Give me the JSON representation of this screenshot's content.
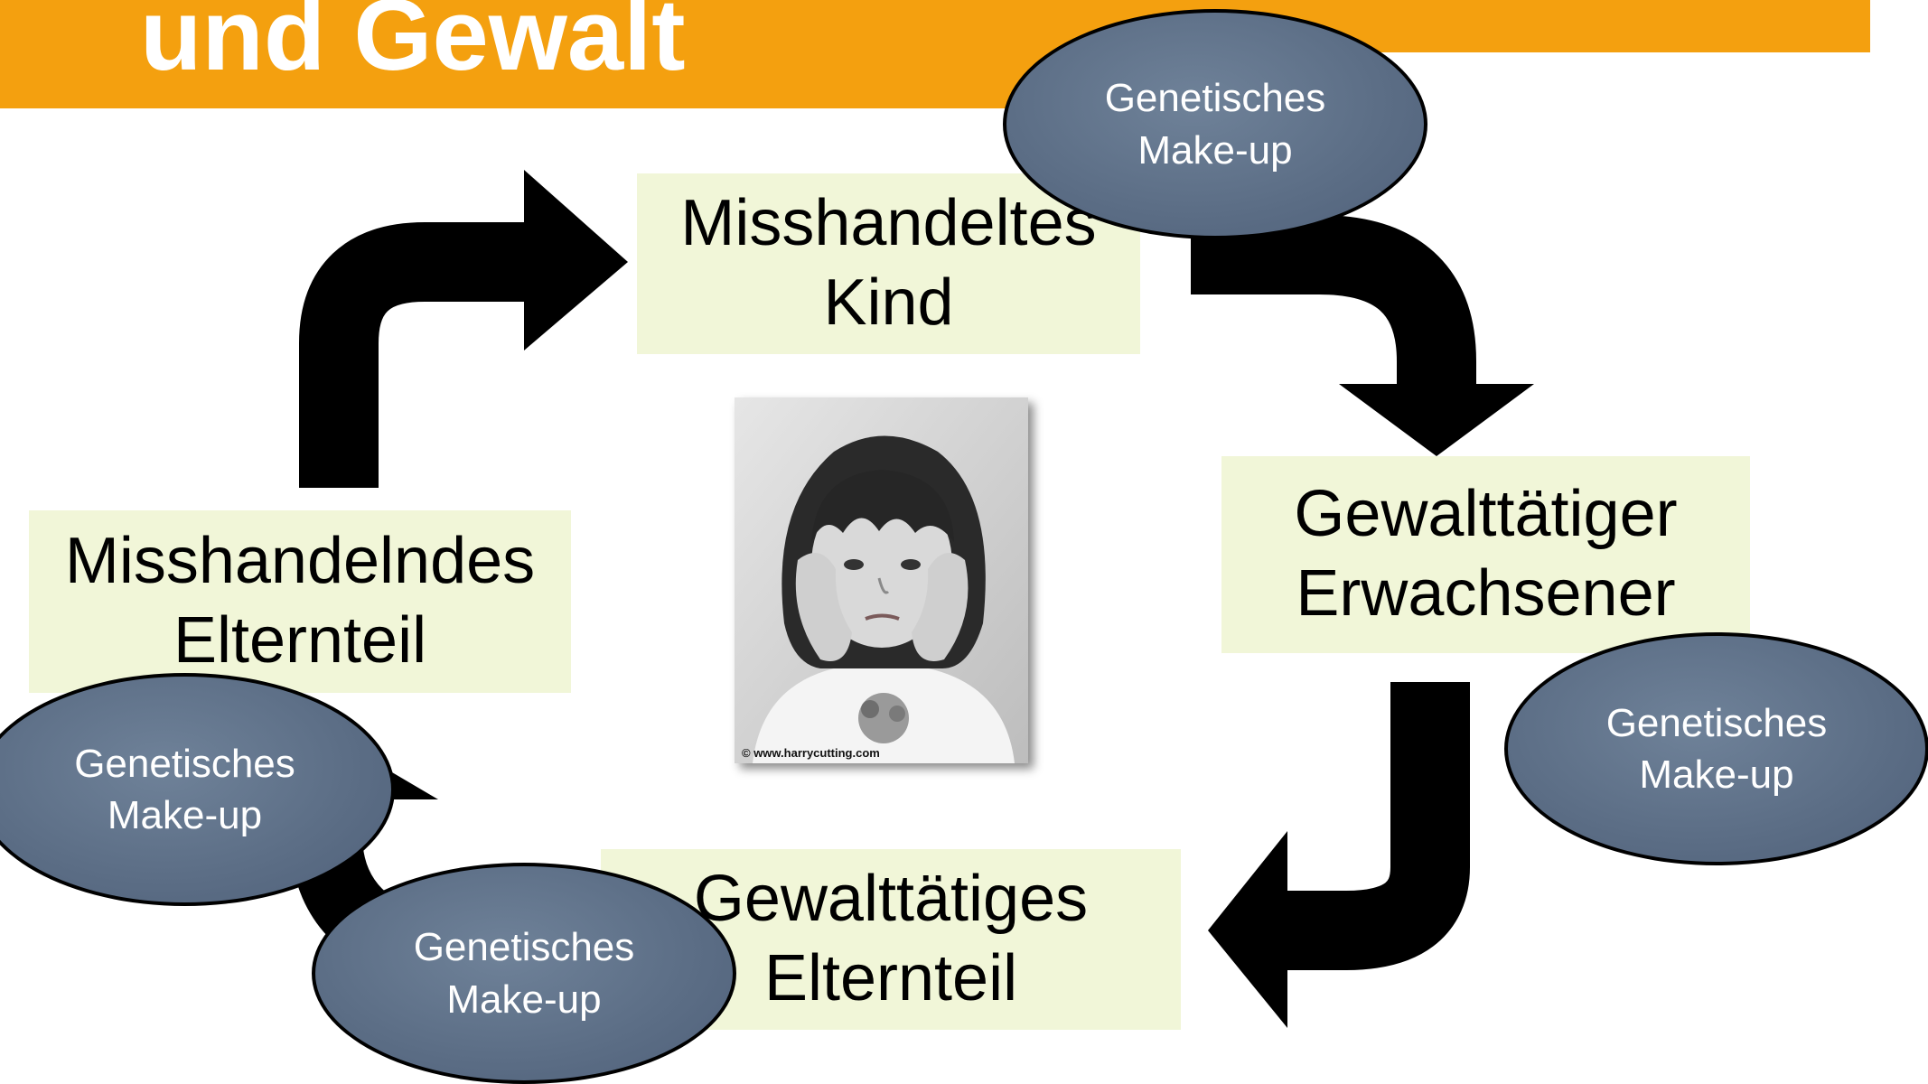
{
  "slide": {
    "title": "und Gewalt"
  },
  "cycle": {
    "node_top": {
      "line1": "Misshandeltes",
      "line2": "Kind"
    },
    "node_right": {
      "line1": "Gewalttätiger",
      "line2": "Erwachsener"
    },
    "node_bottom": {
      "line1": "Gewalttätiges",
      "line2": "Elternteil"
    },
    "node_left": {
      "line1": "Misshandelndes",
      "line2": "Elternteil"
    }
  },
  "genetic_labels": [
    {
      "line1": "Genetisches",
      "line2": "Make-up"
    },
    {
      "line1": "Genetisches",
      "line2": "Make-up"
    },
    {
      "line1": "Genetisches",
      "line2": "Make-up"
    },
    {
      "line1": "Genetisches",
      "line2": "Make-up"
    }
  ],
  "photo": {
    "credit": "© www.harrycutting.com"
  },
  "colors": {
    "banner": "#f4a00f",
    "box_fill": "#f1f6d8",
    "ellipse_fill": "#5b6d85",
    "arrow": "#000000"
  }
}
